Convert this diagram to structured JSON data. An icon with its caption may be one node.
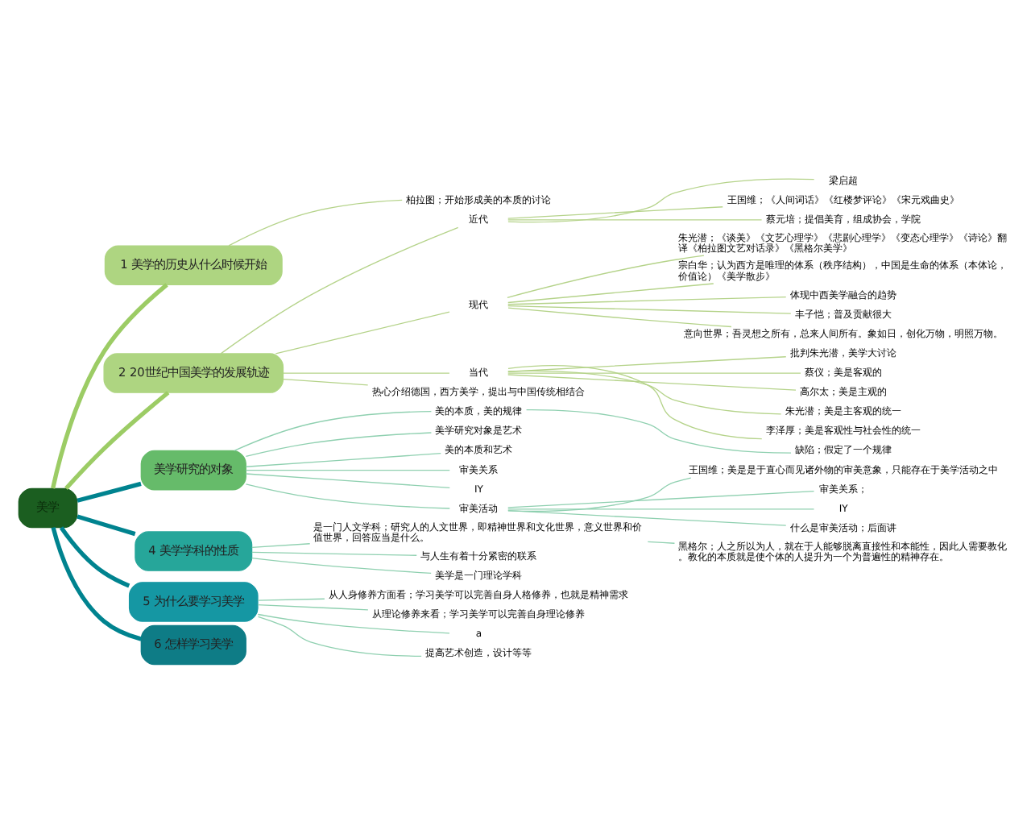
{
  "diagram": {
    "nodes": [
      {
        "text": [
          "美学"
        ]
      },
      {
        "text": [
          "1",
          "美学的历史从什么时候开始"
        ]
      },
      {
        "text": [
          "柏拉图；开始形成美的本质的讨论"
        ]
      },
      {
        "text": [
          "2",
          "20世纪中国美学的发展轨迹"
        ]
      },
      {
        "text": [
          "近代"
        ]
      },
      {
        "text": [
          "梁启超"
        ]
      },
      {
        "text": [
          "王国维；《人间词话》《红楼梦评论》《宋元戏曲史》"
        ]
      },
      {
        "text": [
          "蔡元培；提倡美育，组成协会，学院"
        ]
      },
      {
        "text": [
          "现代"
        ]
      },
      {
        "text": [
          "朱光潜；《谈美》《文艺心理学》《悲剧心理学》《变态心理学》《诗论》翻译《柏拉图文艺对话录》《黑格尔美学》"
        ]
      },
      {
        "text": [
          "宗白华；认为西方是唯理的体系（秩序结构），中国是生命的体系（本体论，价值论）《美学散步》"
        ]
      },
      {
        "text": [
          "体现中西美学融合的趋势"
        ]
      },
      {
        "text": [
          "丰子恺；普及贡献很大"
        ]
      },
      {
        "text": [
          "意向世界；吾灵想之所有，总来人间所有。象如日，创化万物，明照万物。"
        ]
      },
      {
        "text": [
          "当代"
        ]
      },
      {
        "text": [
          "批判朱光潜，美学大讨论"
        ]
      },
      {
        "text": [
          "蔡仪；美是客观的"
        ]
      },
      {
        "text": [
          "高尔太；美是主观的"
        ]
      },
      {
        "text": [
          "朱光潜；美是主客观的统一"
        ]
      },
      {
        "text": [
          "李泽厚；美是客观性与社会性的统一"
        ]
      },
      {
        "text": [
          "热心介绍德国，西方美学，提出与中国传统相结合"
        ]
      },
      {
        "text": [
          "美学研究的对象"
        ]
      },
      {
        "text": [
          "美的本质，美的规律"
        ]
      },
      {
        "text": [
          "缺陷；假定了一个规律"
        ]
      },
      {
        "text": [
          "美学研究对象是艺术"
        ]
      },
      {
        "text": [
          "美的本质和艺术"
        ]
      },
      {
        "text": [
          "审美关系"
        ]
      },
      {
        "text": [
          "IY"
        ]
      },
      {
        "text": [
          "审美活动"
        ]
      },
      {
        "text": [
          "王国维；美是是于直心而见诸外物的审美意象，只能存在于美学活动之中"
        ]
      },
      {
        "text": [
          "审美关系；"
        ]
      },
      {
        "text": [
          "IY"
        ]
      },
      {
        "text": [
          "什么是审美活动；后面讲"
        ]
      },
      {
        "text": [
          "4",
          "美学学科的性质"
        ]
      },
      {
        "text": [
          "是一门人文学科；研究人的人文世界，即精神世界和文化世界，意义世界和价值世界，回答应当是什么。"
        ]
      },
      {
        "text": [
          "黑格尔；人之所以为人，就在于人能够脱离直接性和本能性，因此人需要教化。教化的本质就是使个体的人提升为一个为普遍性的精神存在。"
        ]
      },
      {
        "text": [
          "与人生有着十分紧密的联系"
        ]
      },
      {
        "text": [
          "美学是一门理论学科"
        ]
      },
      {
        "text": [
          "5",
          "为什么要学习美学"
        ]
      },
      {
        "text": [
          "从人身修养方面看；学习美学可以完善自身人格修养，也就是精神需求"
        ]
      },
      {
        "text": [
          "从理论修养来看；学习美学可以完善自身理论修养"
        ]
      },
      {
        "text": [
          "a"
        ]
      },
      {
        "text": [
          "提高艺术创造，设计等等"
        ]
      },
      {
        "text": [
          "6",
          "怎样学习美学"
        ]
      }
    ],
    "edges": [
      {
        "from": 0,
        "to": 1,
        "arrow": "none",
        "style": "thick",
        "color": "#9ccc65"
      },
      {
        "from": 1,
        "to": 2,
        "arrow": "none"
      },
      {
        "from": 0,
        "to": 3,
        "arrow": "none",
        "style": "thick",
        "color": "#9ccc65"
      },
      {
        "from": 3,
        "to": 4,
        "arrow": "none"
      },
      {
        "from": 4,
        "to": 5,
        "arrow": "none"
      },
      {
        "from": 4,
        "to": 6,
        "arrow": "none"
      },
      {
        "from": 4,
        "to": 7,
        "arrow": "none"
      },
      {
        "from": 3,
        "to": 8,
        "arrow": "none"
      },
      {
        "from": 8,
        "to": 9,
        "arrow": "none"
      },
      {
        "from": 8,
        "to": 10,
        "arrow": "none"
      },
      {
        "from": 8,
        "to": 11,
        "arrow": "none"
      },
      {
        "from": 8,
        "to": 12,
        "arrow": "none"
      },
      {
        "from": 8,
        "to": 13,
        "arrow": "none"
      },
      {
        "from": 3,
        "to": 14,
        "arrow": "none"
      },
      {
        "from": 14,
        "to": 15,
        "arrow": "none"
      },
      {
        "from": 14,
        "to": 16,
        "arrow": "none"
      },
      {
        "from": 14,
        "to": 17,
        "arrow": "none"
      },
      {
        "from": 14,
        "to": 18,
        "arrow": "none"
      },
      {
        "from": 14,
        "to": 19,
        "arrow": "none"
      },
      {
        "from": 3,
        "to": 20,
        "arrow": "none"
      },
      {
        "from": 0,
        "to": 21,
        "arrow": "none",
        "style": "thick",
        "color": "#00838f"
      },
      {
        "from": 21,
        "to": 22,
        "arrow": "none",
        "color": "#8fd0b0"
      },
      {
        "from": 22,
        "to": 23,
        "arrow": "none",
        "color": "#8fd0b0"
      },
      {
        "from": 21,
        "to": 24,
        "arrow": "none",
        "color": "#8fd0b0"
      },
      {
        "from": 21,
        "to": 25,
        "arrow": "none",
        "color": "#8fd0b0"
      },
      {
        "from": 21,
        "to": 26,
        "arrow": "none",
        "color": "#8fd0b0"
      },
      {
        "from": 21,
        "to": 27,
        "arrow": "none",
        "color": "#8fd0b0"
      },
      {
        "from": 21,
        "to": 28,
        "arrow": "none",
        "color": "#8fd0b0"
      },
      {
        "from": 28,
        "to": 29,
        "arrow": "none",
        "color": "#8fd0b0"
      },
      {
        "from": 28,
        "to": 30,
        "arrow": "none",
        "color": "#8fd0b0"
      },
      {
        "from": 28,
        "to": 31,
        "arrow": "none",
        "color": "#8fd0b0"
      },
      {
        "from": 28,
        "to": 32,
        "arrow": "none",
        "color": "#8fd0b0"
      },
      {
        "from": 0,
        "to": 33,
        "arrow": "none",
        "style": "thick",
        "color": "#00838f"
      },
      {
        "from": 33,
        "to": 34,
        "arrow": "none",
        "color": "#8fd0b0"
      },
      {
        "from": 34,
        "to": 35,
        "arrow": "none",
        "color": "#8fd0b0"
      },
      {
        "from": 33,
        "to": 36,
        "arrow": "none",
        "color": "#8fd0b0"
      },
      {
        "from": 33,
        "to": 37,
        "arrow": "none",
        "color": "#8fd0b0"
      },
      {
        "from": 0,
        "to": 38,
        "arrow": "none",
        "style": "thick",
        "color": "#00838f"
      },
      {
        "from": 38,
        "to": 39,
        "arrow": "none",
        "color": "#8fd0b0"
      },
      {
        "from": 38,
        "to": 40,
        "arrow": "none",
        "color": "#8fd0b0"
      },
      {
        "from": 38,
        "to": 41,
        "arrow": "none",
        "color": "#8fd0b0"
      },
      {
        "from": 38,
        "to": 42,
        "arrow": "none",
        "color": "#8fd0b0"
      },
      {
        "from": 0,
        "to": 43,
        "arrow": "none",
        "style": "thick",
        "color": "#00838f"
      }
    ]
  }
}
